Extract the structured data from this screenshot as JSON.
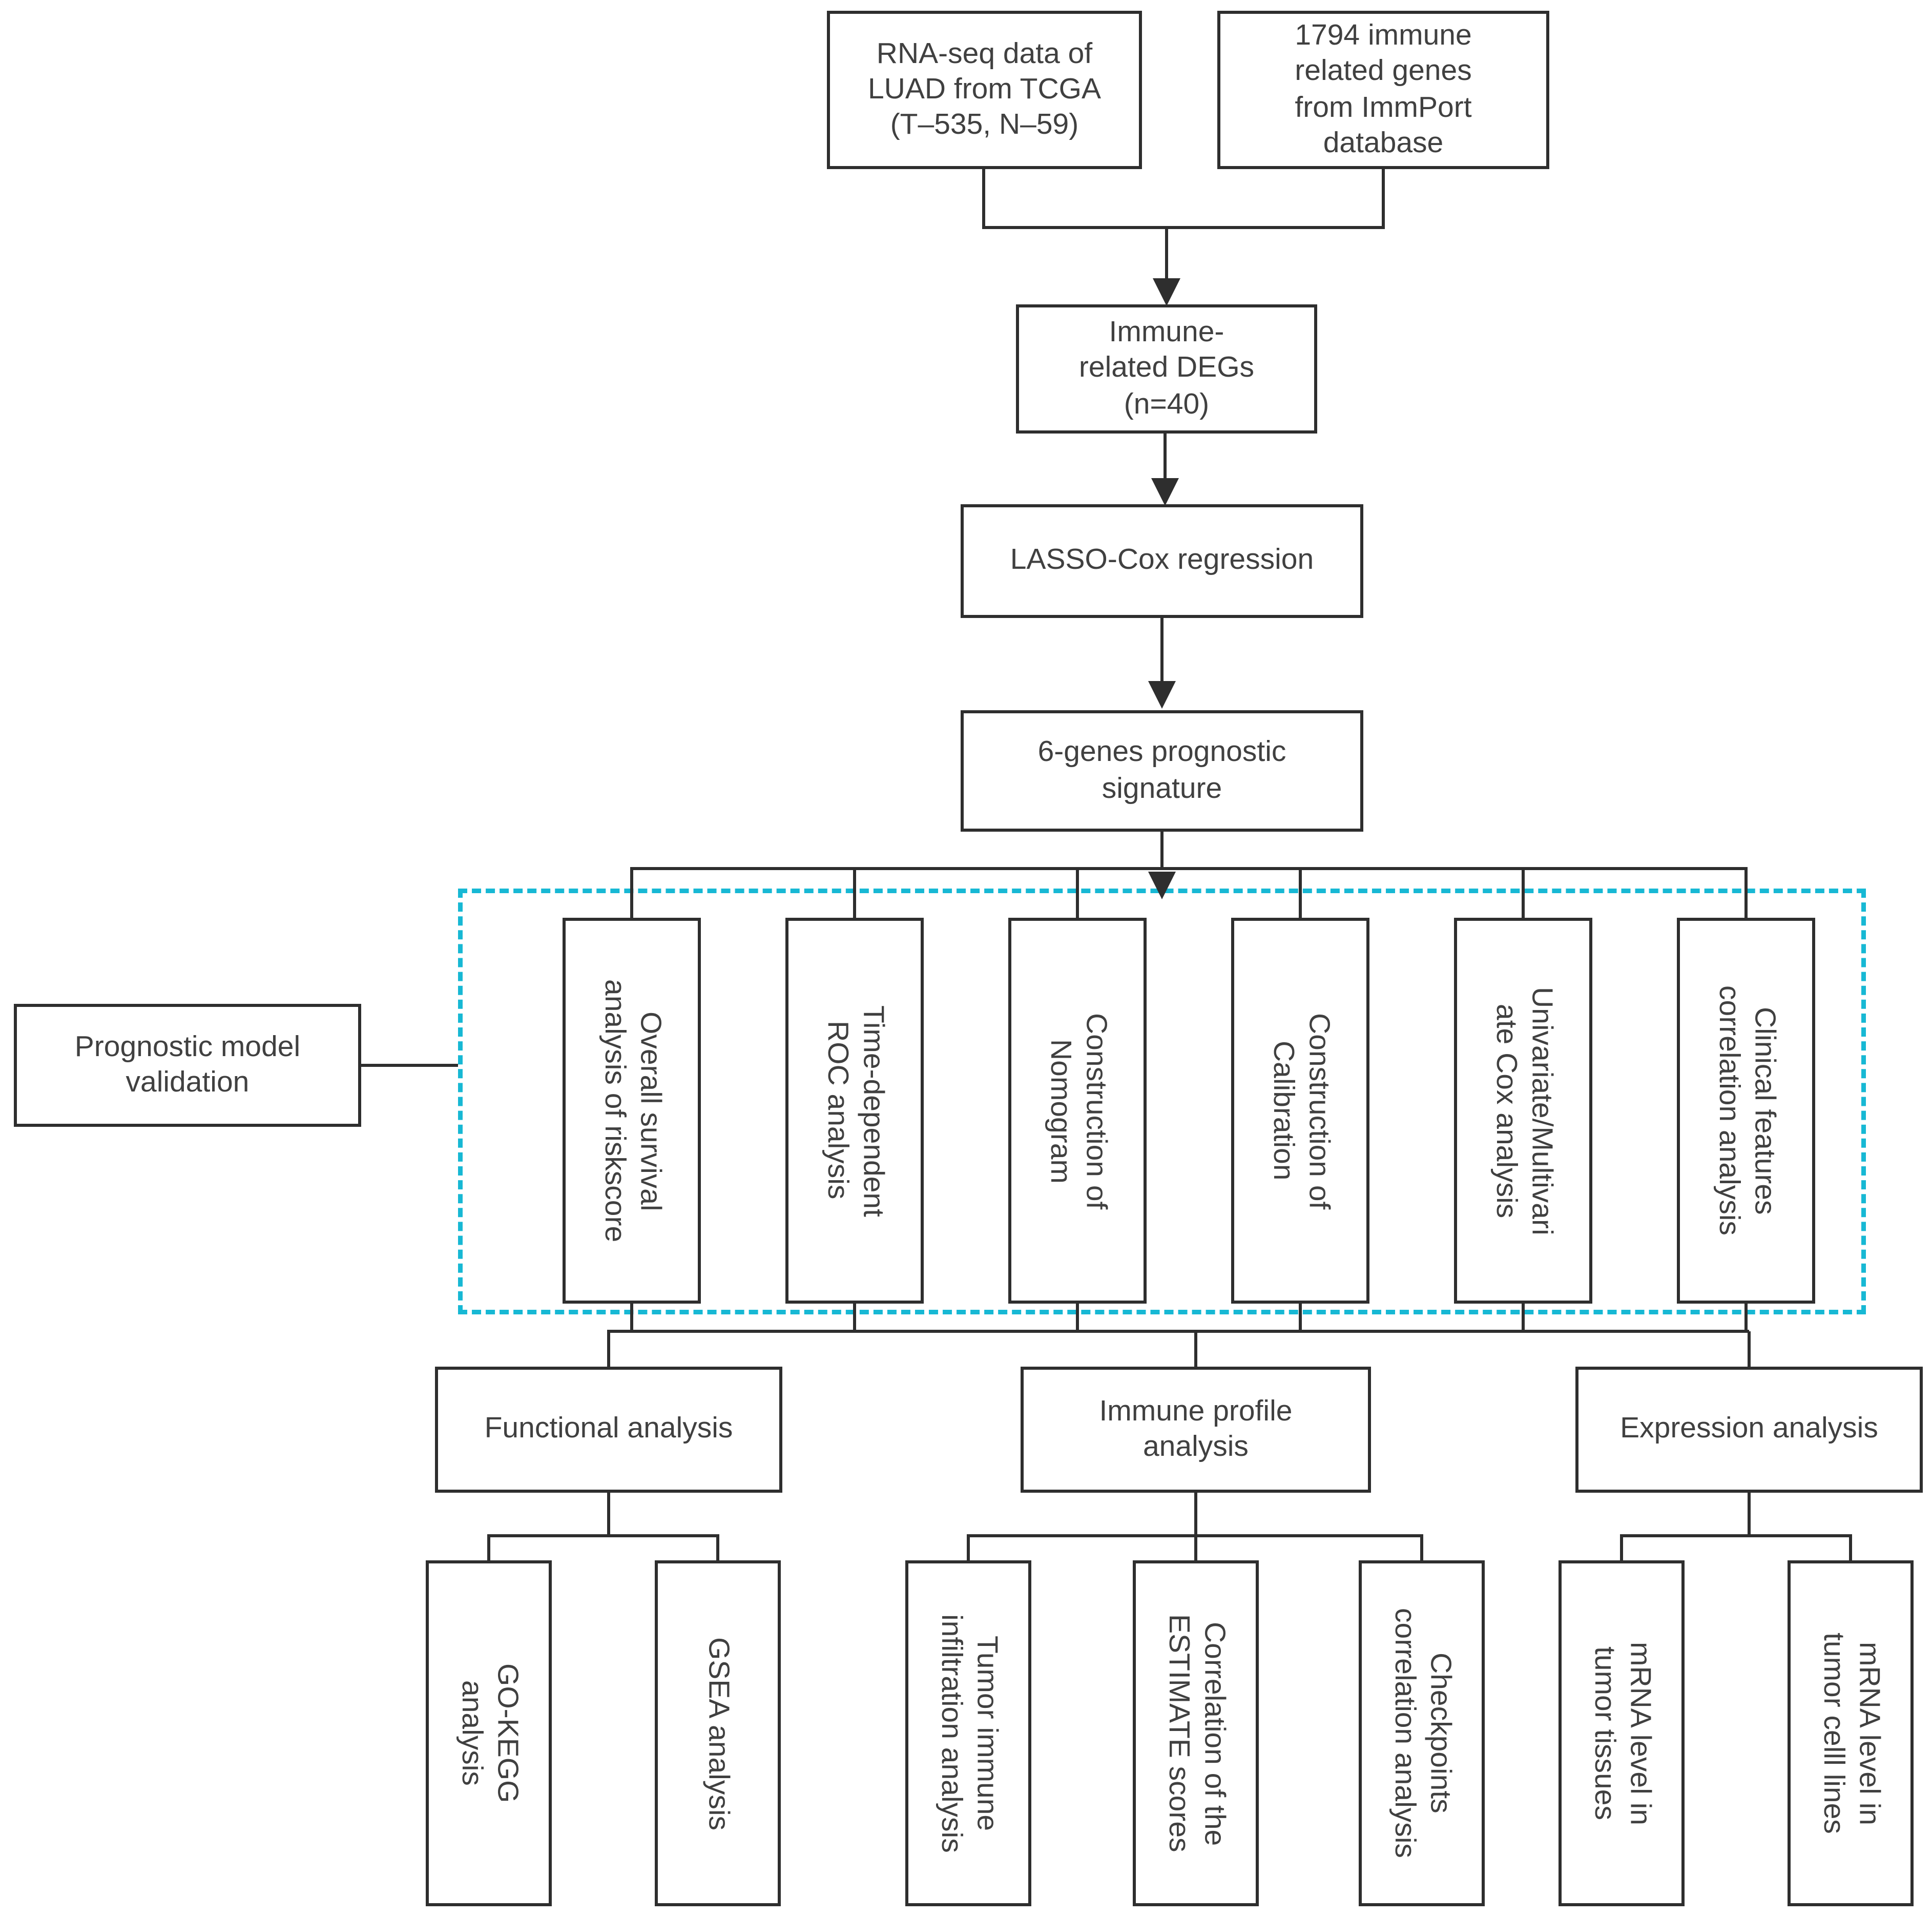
{
  "figure": {
    "type": "flowchart",
    "colors": {
      "box_border": "#2e2e2e",
      "connector": "#2e2e2e",
      "text": "#404040",
      "validation_region_border": "#17b8d4",
      "background": "#ffffff"
    },
    "nodes": {
      "rna_tcga": {
        "label": "RNA-seq data of\nLUAD from TCGA\n(T–535, N–59)"
      },
      "immport": {
        "label": "1794 immune\nrelated genes\nfrom ImmPort\ndatabase"
      },
      "immune_degs": {
        "label": "Immune-\nrelated DEGs\n(n=40)"
      },
      "lasso": {
        "label": "LASSO-Cox regression"
      },
      "signature": {
        "label": "6-genes prognostic\nsignature"
      },
      "validation": {
        "label": "Prognostic model\nvalidation"
      },
      "validation_items": [
        {
          "label": "Overall survival\nanalysis of riskscore"
        },
        {
          "label": "Time-dependent\nROC analysis"
        },
        {
          "label": "Construction of\nNomogram"
        },
        {
          "label": "Construction of\nCalibration"
        },
        {
          "label": "Univariate/Multivari\nate Cox analysis"
        },
        {
          "label": "Clinical features\ncorrelation analysis"
        }
      ],
      "functional": {
        "label": "Functional analysis"
      },
      "immune_profile": {
        "label": "Immune profile\nanalysis"
      },
      "expression": {
        "label": "Expression analysis"
      },
      "functional_children": [
        {
          "label": "GO-KEGG\nanalysis"
        },
        {
          "label": "GSEA analysis"
        }
      ],
      "immune_children": [
        {
          "label": "Tumor immune\ninfiltration analysis"
        },
        {
          "label": "Correlation of the\nESTIMATE scores"
        },
        {
          "label": "Checkpoints\ncorrelation analysis"
        }
      ],
      "expression_children": [
        {
          "label": "mRNA level in\ntumor tissues"
        },
        {
          "label": "mRNA level in\ntumor celll lines"
        }
      ]
    }
  }
}
